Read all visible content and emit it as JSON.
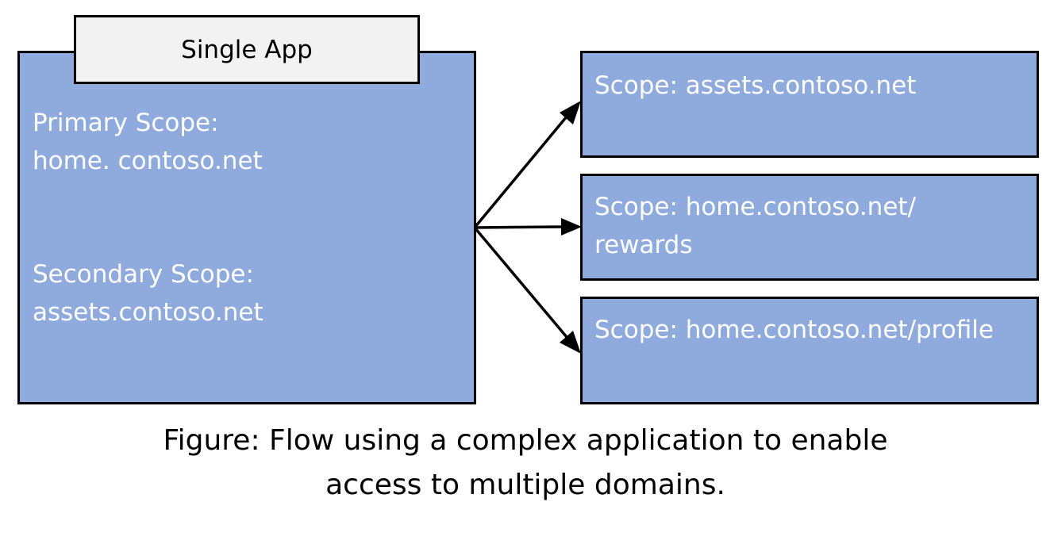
{
  "app": {
    "tab_title": "Single App",
    "primary_label": "Primary Scope:",
    "primary_value": "home. contoso.net",
    "secondary_label": "Secondary Scope:",
    "secondary_value": "assets.contoso.net"
  },
  "scopes": [
    {
      "line1": "Scope: assets.contoso.net",
      "line2": ""
    },
    {
      "line1": "Scope: home.contoso.net/",
      "line2": "rewards"
    },
    {
      "line1": "Scope: home.contoso.net/profile",
      "line2": ""
    }
  ],
  "caption": {
    "line1": "Figure: Flow using a complex application to enable",
    "line2": "access to multiple domains."
  },
  "colors": {
    "box_fill": "#8faadc",
    "tab_fill": "#f2f2f2",
    "border": "#000000",
    "box_text": "#ffffff"
  }
}
